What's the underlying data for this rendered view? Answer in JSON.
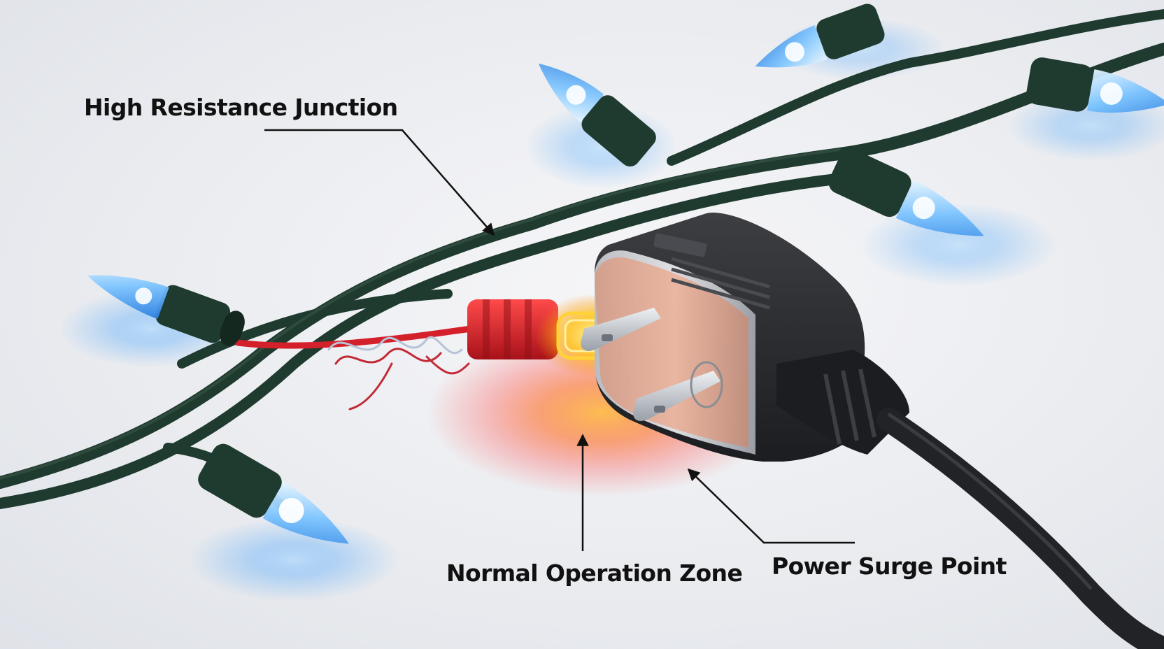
{
  "annotations": {
    "high_resistance": "High Resistance Junction",
    "normal_operation": "Normal Operation Zone",
    "power_surge": "Power Surge Point"
  },
  "colors": {
    "background": "#eceef2",
    "wire": "#1f3a2e",
    "bulb_glow": "#3da0ff",
    "hot_glow": "#ff5a1f",
    "red_wire": "#d4202a",
    "plug_body": "#2a2b2e",
    "annotation_text": "#111111"
  },
  "icons": [
    "arrow-icon",
    "led-bulb-icon",
    "plug-icon",
    "red-connector-icon"
  ]
}
